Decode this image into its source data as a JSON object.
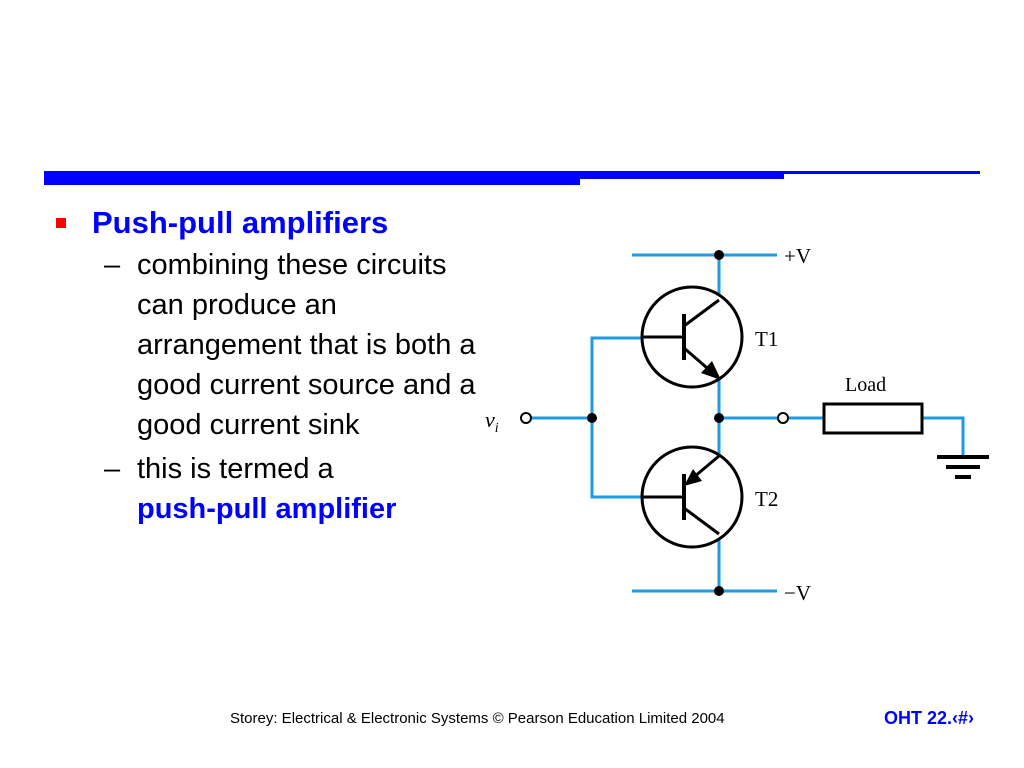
{
  "slide": {
    "accent_color": "#0000ff",
    "bullet_color": "#ff0000",
    "wire_color": "#1e9be4",
    "heading": "Push-pull amplifiers",
    "sub_bullets": [
      {
        "text": "combining these circuits can produce an arrangement that is both a good current source and a good current sink"
      },
      {
        "text": "this is termed a",
        "emphasis": "push-pull amplifier"
      }
    ]
  },
  "circuit": {
    "supply_pos_label": "+V",
    "supply_neg_label": "−V",
    "t1_label": "T1",
    "t2_label": "T2",
    "load_label": "Load",
    "input_label_main": "v",
    "input_label_sub": "i"
  },
  "footer": {
    "citation": "Storey: Electrical & Electronic Systems © Pearson Education Limited 2004",
    "slide_number": "OHT 22.‹#›"
  }
}
